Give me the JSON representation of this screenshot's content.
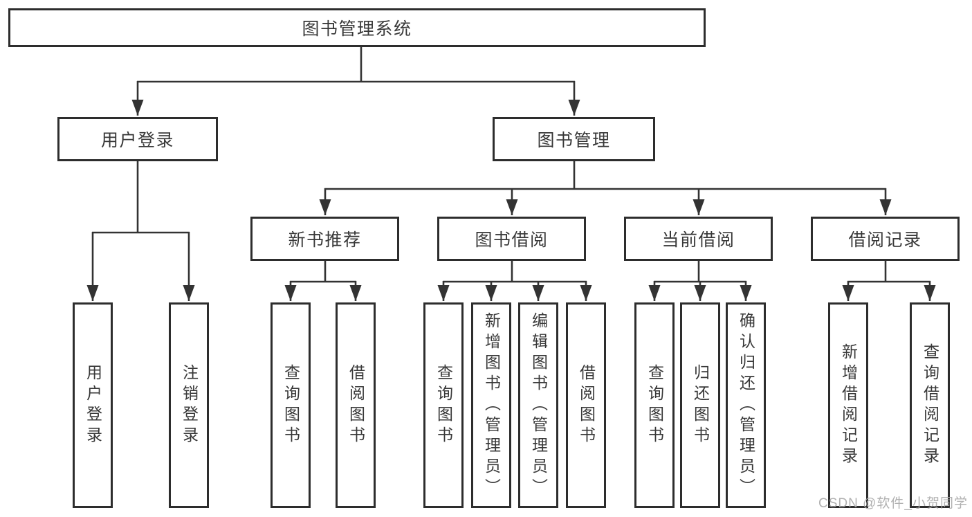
{
  "diagram": {
    "type": "hierarchy-tree",
    "colors": {
      "background": "#ffffff",
      "box_border": "#2d2d2d",
      "box_fill": "#ffffff",
      "connector_line": "#333333",
      "text": "#383838",
      "watermark_text": "#a8a8a8"
    },
    "tree": {
      "root": {
        "label": "图书管理系统",
        "children": [
          {
            "label": "用户登录",
            "children": [
              {
                "label": "用户登录"
              },
              {
                "label": "注销登录"
              }
            ]
          },
          {
            "label": "图书管理",
            "children": [
              {
                "label": "新书推荐",
                "children": [
                  {
                    "label": "查询图书"
                  },
                  {
                    "label": "借阅图书"
                  }
                ]
              },
              {
                "label": "图书借阅",
                "children": [
                  {
                    "label": "查询图书"
                  },
                  {
                    "label": "新增图书（管理员）"
                  },
                  {
                    "label": "编辑图书（管理员）"
                  },
                  {
                    "label": "借阅图书"
                  }
                ]
              },
              {
                "label": "当前借阅",
                "children": [
                  {
                    "label": "查询图书"
                  },
                  {
                    "label": "归还图书"
                  },
                  {
                    "label": "确认归还（管理员）"
                  }
                ]
              },
              {
                "label": "借阅记录",
                "children": [
                  {
                    "label": "新增借阅记录"
                  },
                  {
                    "label": "查询借阅记录"
                  }
                ]
              }
            ]
          }
        ]
      }
    },
    "watermark": {
      "text": "CSDN @软件_小贺同学"
    }
  }
}
